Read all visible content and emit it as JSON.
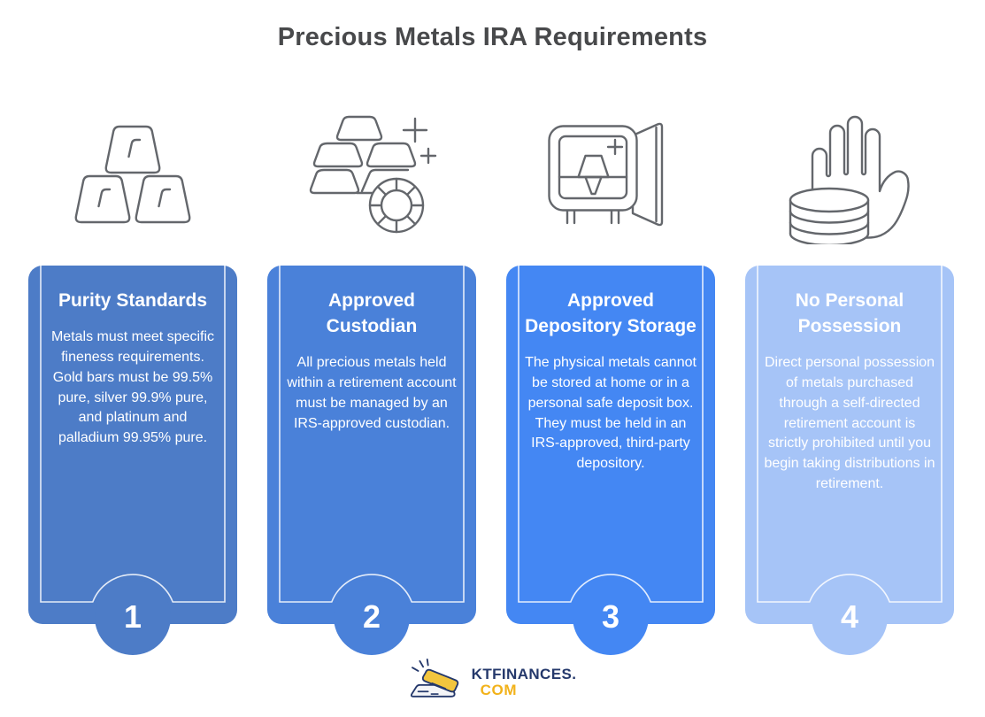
{
  "title": "Precious Metals IRA Requirements",
  "cards": [
    {
      "number": "1",
      "title": "Purity Standards",
      "body": "Metals must meet specific fineness requirements. Gold bars must be 99.5% pure, silver 99.9% pure, and platinum and palladium 99.95% pure.",
      "color": "#4d7cc7",
      "icon": "gold-bars-pyramid"
    },
    {
      "number": "2",
      "title": "Approved Custodian",
      "body": "All precious metals held within a retirement account must be managed by an IRS-approved custodian.",
      "color": "#4a81d9",
      "icon": "gold-bars-and-coin"
    },
    {
      "number": "3",
      "title": "Approved Depository Storage",
      "body": "The physical metals cannot be stored at home or in a personal safe deposit box. They must be held in an IRS-approved, third-party depository.",
      "color": "#4487f3",
      "icon": "open-safe-vault"
    },
    {
      "number": "4",
      "title": "No Personal Possession",
      "body": "Direct personal possession of metals purchased through a self-directed retirement account is strictly prohibited until you begin taking distributions in retirement.",
      "color": "#a6c4f7",
      "icon": "stop-hand-with-coins"
    }
  ],
  "footer": {
    "brand": "KTFINANCES.",
    "brand_suffix": "COM",
    "brand_color": "#24386b",
    "suffix_color": "#f2b21a"
  },
  "colors": {
    "icon_stroke": "#64676c",
    "title_text": "#48494b",
    "card_text": "#ffffff"
  }
}
